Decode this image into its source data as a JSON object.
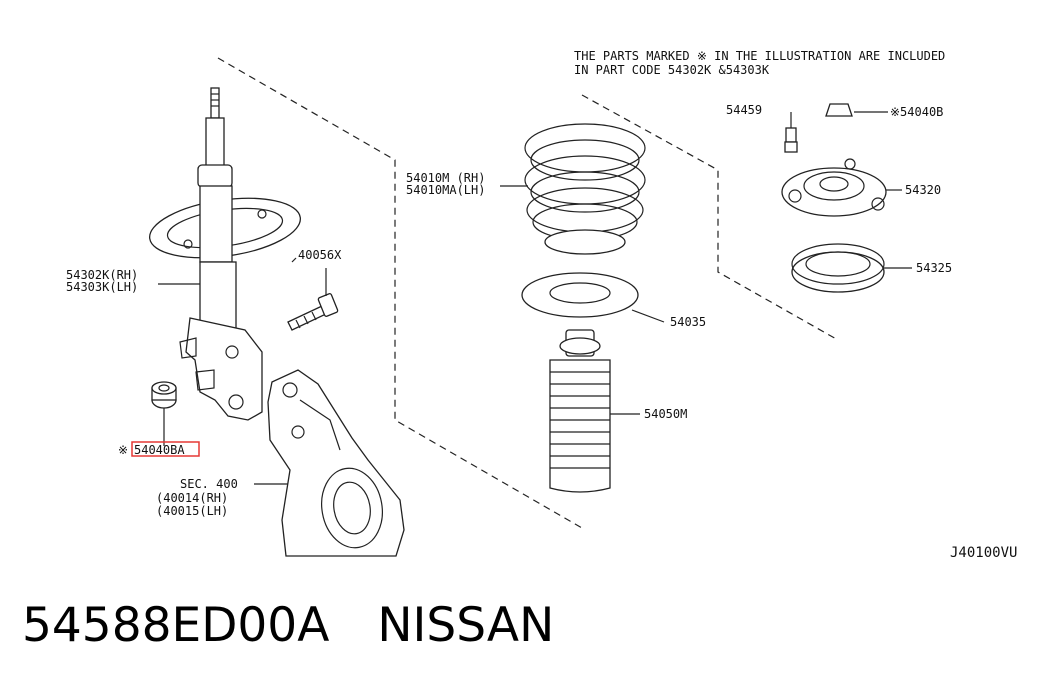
{
  "diagram": {
    "note_line1": "THE PARTS MARKED ※ IN THE ILLUSTRATION ARE INCLUDED",
    "note_line2": "IN PART CODE 54302K &54303K",
    "labels": {
      "p54459": "54459",
      "p54040b": "※54040B",
      "p54320": "54320",
      "p54325": "54325",
      "p54010m": "54010M (RH)",
      "p54010ma": "54010MA(LH)",
      "p54035": "54035",
      "p54050m": "54050M",
      "p40056x": "40056X",
      "p54302k": "54302K(RH)",
      "p54303k": "54303K(LH)",
      "p54040ba": "54040BA",
      "p54040ba_mark": "※",
      "sec400": "SEC. 400",
      "p40014": "(40014(RH)",
      "p40015": "(40015(LH)",
      "code": "J40100VU"
    },
    "highlight_color": "#e53935"
  },
  "caption": {
    "part_number": "54588ED00A",
    "brand": "NISSAN"
  }
}
